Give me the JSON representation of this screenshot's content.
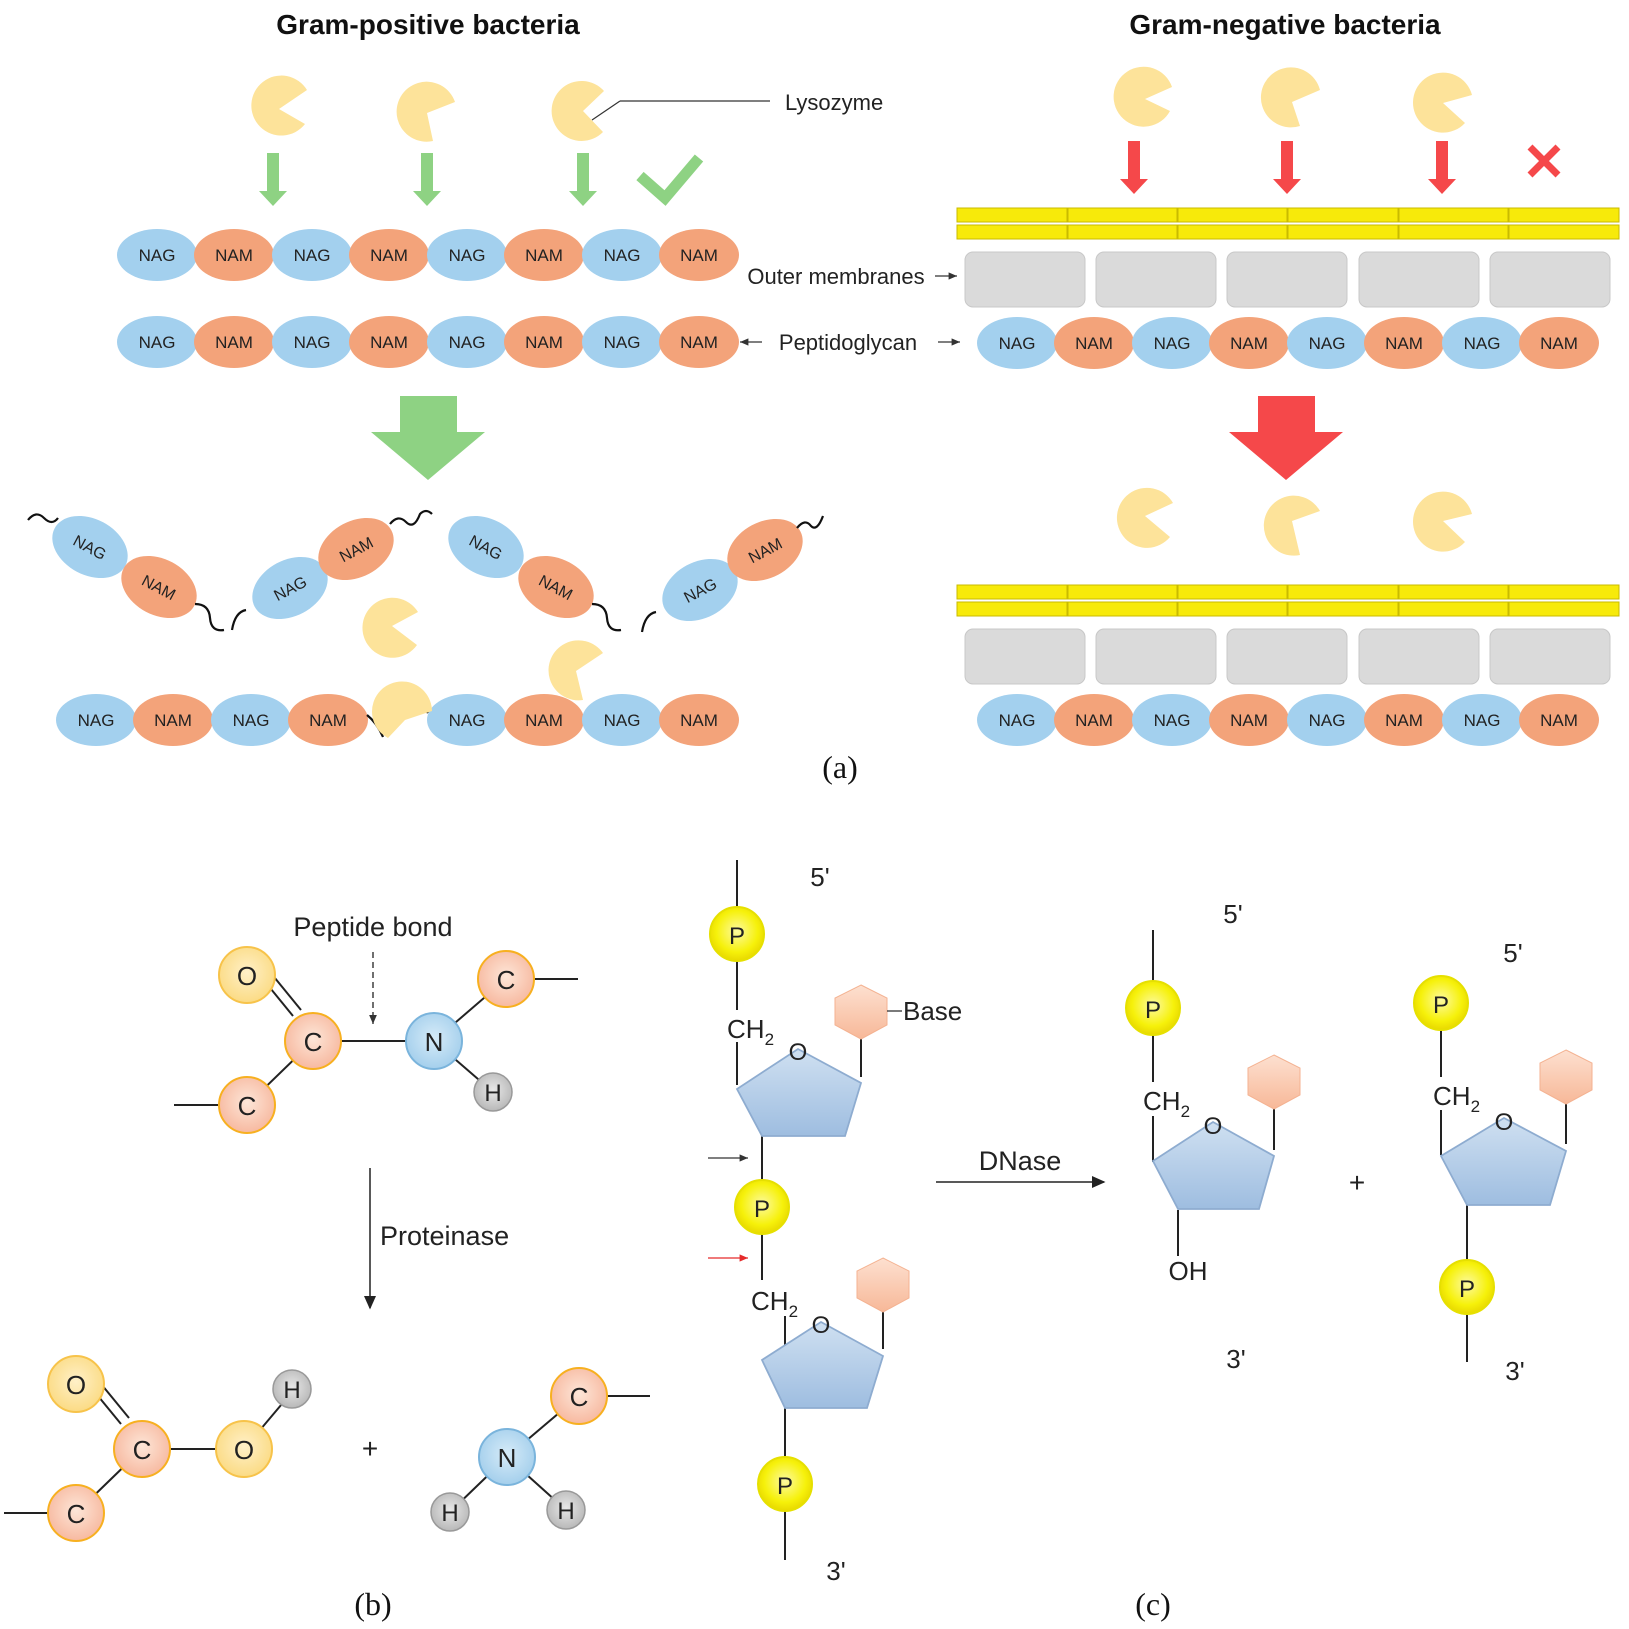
{
  "panel_a": {
    "gram_positive_title": "Gram-positive bacteria",
    "gram_negative_title": "Gram-negative bacteria",
    "lysozyme_label": "Lysozyme",
    "outer_membranes_label": "Outer membranes",
    "peptidoglycan_label": "Peptidoglycan",
    "nag": "NAG",
    "nam": "NAM",
    "panel_label": "(a)",
    "colors": {
      "nag": "#a3d0ee",
      "nam": "#f3a37a",
      "lysozyme": "#fde39a",
      "green_arrow": "#8ed283",
      "red_arrow": "#f5484a",
      "membrane_yellow": "#f7ea0a",
      "membrane_gray": "#dadada"
    }
  },
  "panel_b": {
    "peptide_bond_label": "Peptide bond",
    "proteinase_label": "Proteinase",
    "plus": "+",
    "atom_o": "O",
    "atom_c": "C",
    "atom_n": "N",
    "atom_h": "H",
    "panel_label": "(b)"
  },
  "panel_c": {
    "five_prime": "5'",
    "three_prime": "3'",
    "phosphate": "P",
    "ch2": "CH",
    "ch2_sub": "2",
    "ring_o": "O",
    "base_label": "Base",
    "dnase_label": "DNase",
    "oh_label": "OH",
    "plus": "+",
    "panel_label": "(c)"
  }
}
